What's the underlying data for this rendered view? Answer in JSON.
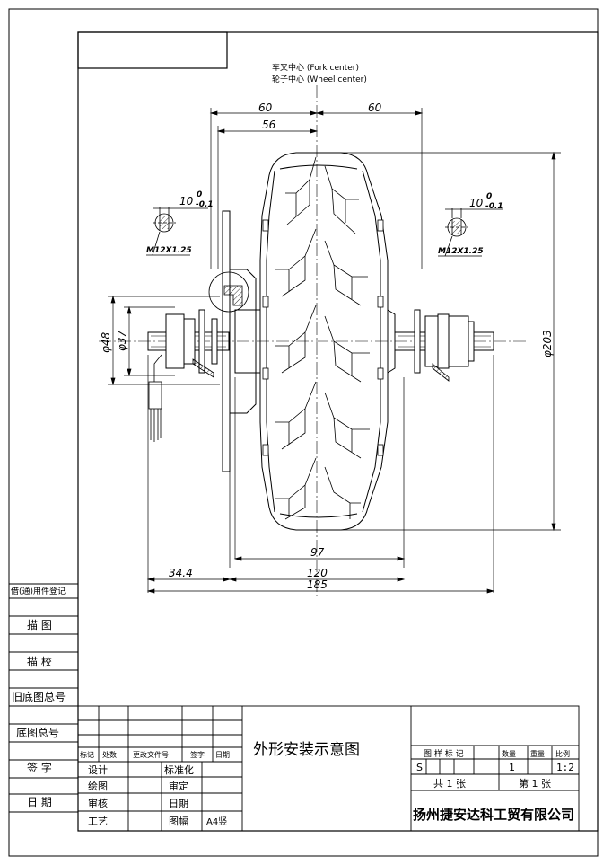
{
  "header": {
    "fork_center": "车叉中心 (Fork center)",
    "wheel_center": "轮子中心 (Wheel center)"
  },
  "dimensions": {
    "left_60": "60",
    "right_60": "60",
    "d56": "56",
    "d97": "97",
    "d120": "120",
    "d185": "185",
    "d34_4": "34.4",
    "phi48": "φ48",
    "phi37": "φ37",
    "phi203": "φ203",
    "flat_left_nominal": "10",
    "flat_left_upper": "0",
    "flat_left_lower": "-0.1",
    "flat_right_nominal": "10",
    "flat_right_upper": "0",
    "flat_right_lower": "-0.1",
    "thread_left": "M12X1.25",
    "thread_right": "M12X1.25"
  },
  "left_column": {
    "used_record": "借(通)用件登记",
    "trace": "描 图",
    "trace_check": "描 校",
    "old_base_no": "旧底图总号",
    "base_no": "底图总号",
    "signature": "签 字",
    "date": "日 期"
  },
  "title_block": {
    "h_mark": "标记",
    "h_count": "处数",
    "h_change_doc": "更改文件号",
    "h_sign": "签字",
    "h_date": "日期",
    "design": "设计",
    "standardize": "标准化",
    "drawing": "绘图",
    "approve": "审定",
    "review": "审核",
    "date2": "日期",
    "process": "工艺",
    "format_label": "图幅",
    "format_value": "A4竖",
    "title": "外形安装示意图",
    "sample_mark": "图 样 标 记",
    "qty_label": "数量",
    "weight_label": "重量",
    "scale_label": "比例",
    "mark_value": "S",
    "qty_value": "1",
    "scale_value": "1:2",
    "total_sheets": "共 1 张",
    "sheet_no": "第 1 张",
    "company": "扬州捷安达科工贸有限公司"
  }
}
